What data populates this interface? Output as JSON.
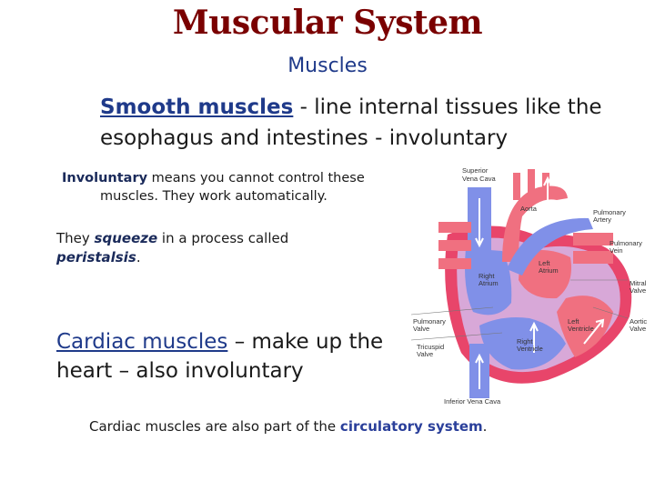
{
  "slide": {
    "title": "Muscular System",
    "subtitle": "Muscles",
    "smooth": {
      "term": "Smooth muscles",
      "rest": " - line internal tissues like the esophagus and intestines - involuntary"
    },
    "involuntary_note": {
      "term": "Involuntary",
      "line1_rest": " means you cannot control these",
      "line2": "muscles.  They work automatically."
    },
    "squeeze_note": {
      "before": "They ",
      "verb": "squeeze",
      "middle": " in a process called ",
      "term": "peristalsis",
      "after": "."
    },
    "cardiac": {
      "term": "Cardiac muscles",
      "rest": " – make up the heart – also involuntary"
    },
    "footer": {
      "before": "Cardiac muscles are also part of the ",
      "highlight": "circulatory system",
      "after": "."
    }
  },
  "diagram": {
    "labels": {
      "superior_vena_cava": [
        "Superior",
        "Vena Cava"
      ],
      "aorta": "Aorta",
      "pulmonary_artery": [
        "Pulmonary",
        "Artery"
      ],
      "pulmonary_vein": [
        "Pulmonary",
        "Vein"
      ],
      "left_atrium": [
        "Left",
        "Atrium"
      ],
      "right_atrium": [
        "Right",
        "Atrium"
      ],
      "mitral_valve": [
        "Mitral",
        "Valve"
      ],
      "pulmonary_valve": [
        "Pulmonary",
        "Valve"
      ],
      "left_ventricle": [
        "Left",
        "Ventricle"
      ],
      "aortic_valve": [
        "Aortic",
        "Valve"
      ],
      "tricuspid_valve": [
        "Tricuspid",
        "Valve"
      ],
      "right_ventricle": [
        "Right",
        "Ventricle"
      ],
      "inferior_vena_cava": "Inferior Vena Cava"
    },
    "colors": {
      "deoxygenated": "#8090e8",
      "oxygenated": "#f07080",
      "muscle": "#e8456a",
      "wall": "#d8a8d8"
    }
  }
}
